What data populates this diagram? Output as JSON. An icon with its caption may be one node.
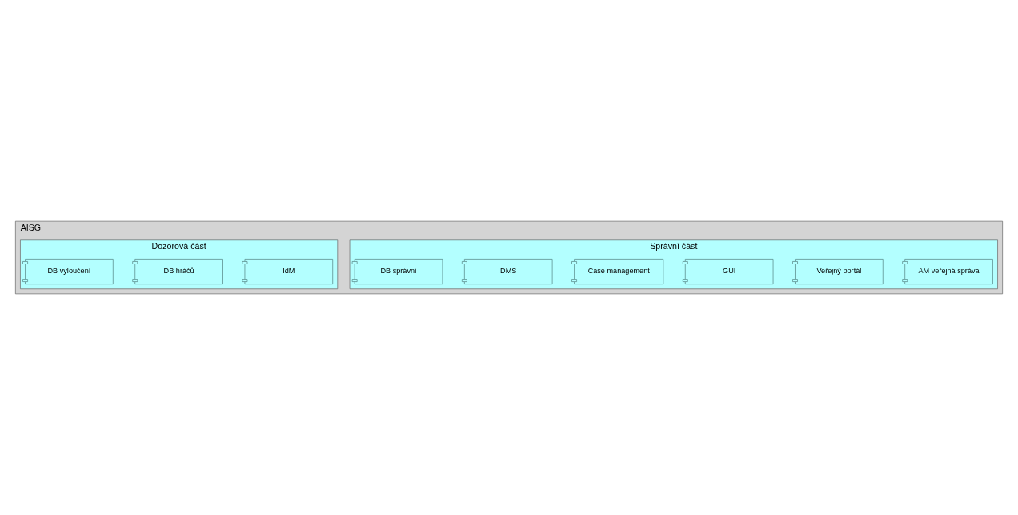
{
  "diagram": {
    "nodes": [
      {
        "text": [
          "AISG"
        ]
      },
      {
        "text": [
          "Správní část"
        ],
        "in": 0
      },
      {
        "text": [
          "AM veřejná správa"
        ],
        "in": 1
      },
      {
        "text": [
          "Veřejný portál"
        ],
        "in": 1
      },
      {
        "text": [
          "GUI"
        ],
        "in": 1
      },
      {
        "text": [
          "Case management"
        ],
        "in": 1
      },
      {
        "text": [
          "DMS"
        ],
        "in": 1
      },
      {
        "text": [
          "DB správní"
        ],
        "in": 1
      },
      {
        "text": [
          "Dozorová část"
        ],
        "in": 0
      },
      {
        "text": [
          "IdM"
        ],
        "in": 8
      },
      {
        "text": [
          "DB hráčů"
        ],
        "in": 8
      },
      {
        "text": [
          "DB vyloučení"
        ],
        "in": 8
      }
    ]
  }
}
